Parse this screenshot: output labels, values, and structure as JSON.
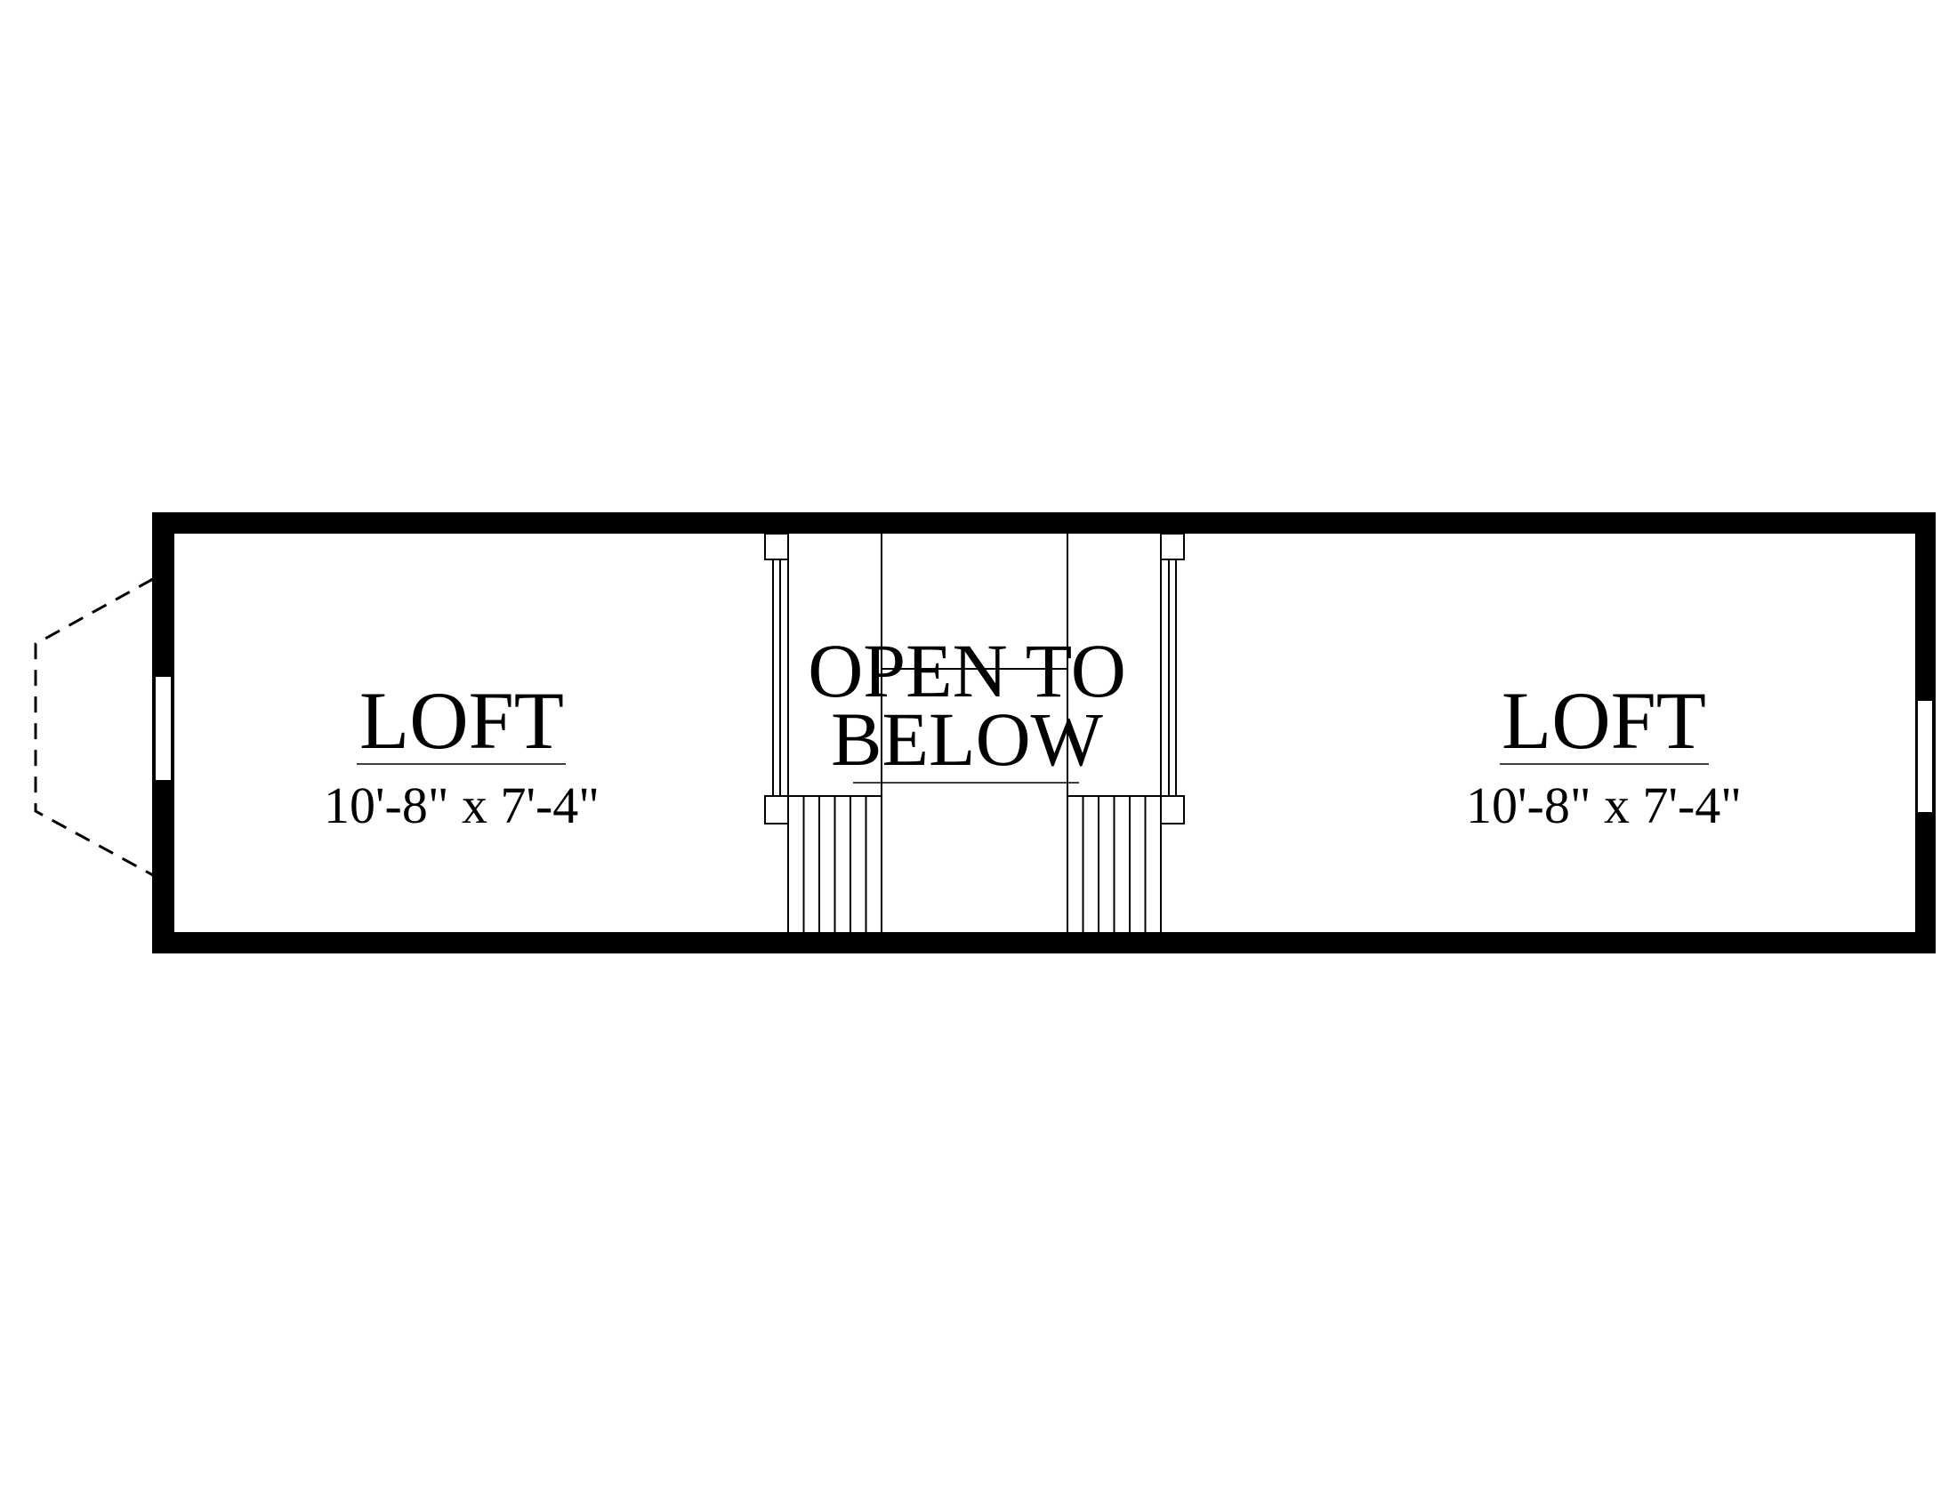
{
  "plan": {
    "rooms": [
      {
        "name": "LOFT",
        "dimensions": "10'-8\" x 7'-4\""
      },
      {
        "name": "LOFT",
        "dimensions": "10'-8\" x 7'-4\""
      }
    ],
    "open_area": {
      "line1": "OPEN TO",
      "line2": "BELOW"
    }
  },
  "colors": {
    "ink": "#000000",
    "paper": "#ffffff"
  }
}
